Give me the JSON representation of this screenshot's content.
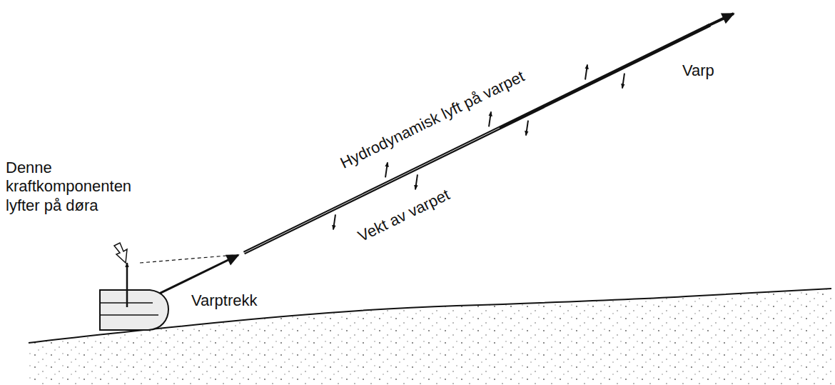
{
  "diagram": {
    "labels": [
      "Hydrodynamisk lyft på varpet",
      "Varp",
      "Vekt av varpet",
      "Denne kraftkomponenten lyfter på døra",
      "Varptrekk"
    ]
  }
}
